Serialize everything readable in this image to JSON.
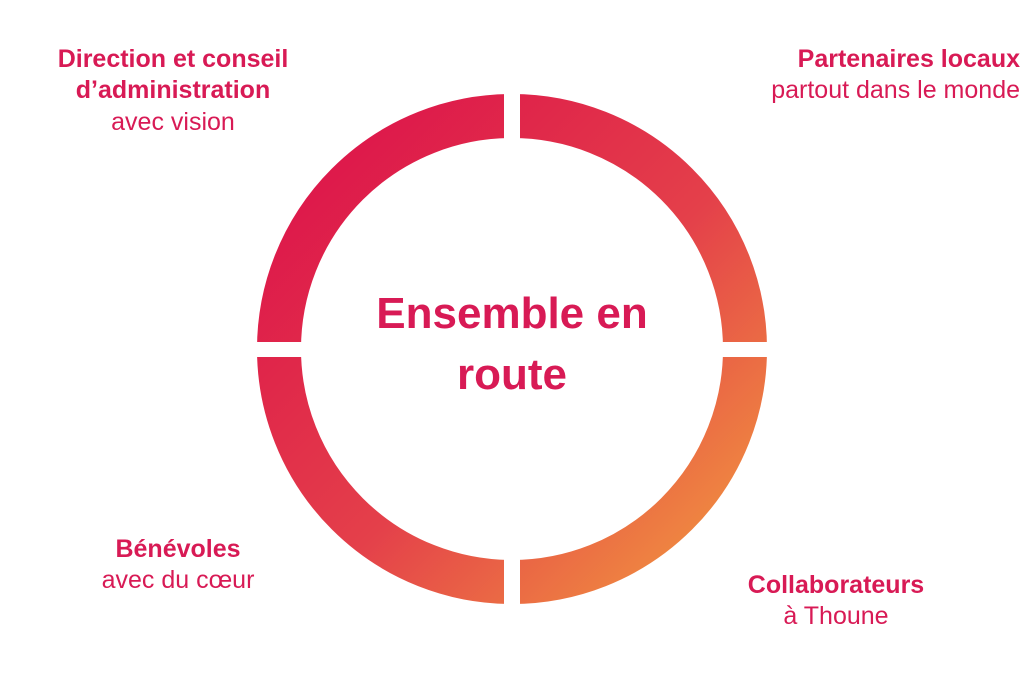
{
  "center": {
    "line1": "Ensemble en",
    "line2": "route"
  },
  "segments": [
    {
      "position": "top-left",
      "title_lines": [
        "Direction et conseil",
        "d’administration"
      ],
      "subtitle": "avec vision"
    },
    {
      "position": "top-right",
      "title_lines": [
        "Partenaires locaux"
      ],
      "subtitle": "partout dans le monde"
    },
    {
      "position": "bottom-left",
      "title_lines": [
        "Bénévoles"
      ],
      "subtitle": "avec du cœur"
    },
    {
      "position": "bottom-right",
      "title_lines": [
        "Collaborateurs"
      ],
      "subtitle": "à Thoune"
    }
  ],
  "colors": {
    "text": "#d81a55",
    "ring_start": "#dc0f4b",
    "ring_end": "#f29a3e",
    "background": "#ffffff"
  }
}
